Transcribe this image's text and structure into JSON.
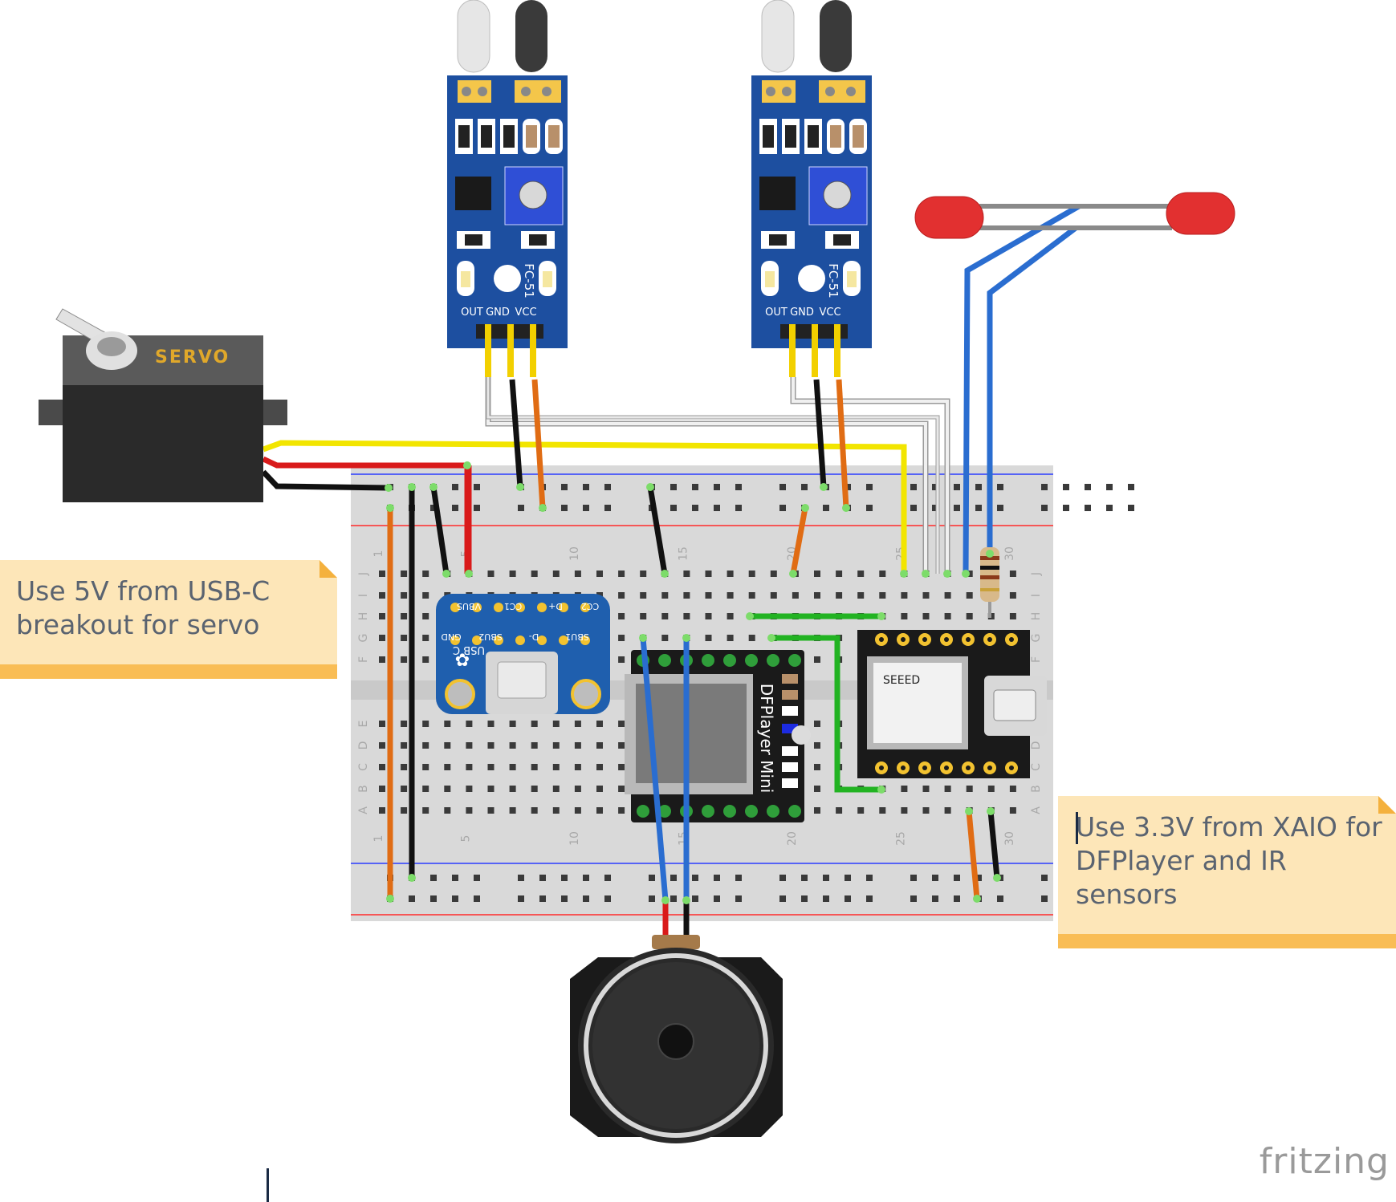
{
  "servo": {
    "label": "SERVO"
  },
  "ir_sensors": [
    {
      "model": "FC-51",
      "pins": [
        "OUT",
        "GND",
        "VCC"
      ]
    },
    {
      "model": "FC-51",
      "pins": [
        "OUT",
        "GND",
        "VCC"
      ]
    }
  ],
  "usb_breakout": {
    "title": "USB C",
    "top_pins": [
      "VBUS",
      "CC1",
      "D+",
      "CC2"
    ],
    "bottom_pins": [
      "GND",
      "SBU2",
      "D-",
      "SBU1"
    ]
  },
  "dfplayer": {
    "label": "DFPlayer Mini"
  },
  "xiao": {
    "label": "SEEED"
  },
  "breadboard": {
    "column_numbers_top": [
      "1",
      "5",
      "10",
      "15",
      "20",
      "25",
      "30"
    ],
    "column_numbers_bottom": [
      "1",
      "5",
      "10",
      "15",
      "20",
      "25",
      "30"
    ],
    "row_letters_top": [
      "J",
      "I",
      "H",
      "G",
      "F"
    ],
    "row_letters_bottom": [
      "E",
      "D",
      "C",
      "B",
      "A"
    ]
  },
  "notes": [
    {
      "text": "Use 5V from USB-C\nbreakout for servo"
    },
    {
      "text": "Use 3.3V from XAIO for\nDFPlayer and IR\nsensors"
    }
  ],
  "brand": "fritzing",
  "colors": {
    "board_blue": "#1f5fae",
    "ir_blue": "#1d4fa0",
    "wire_yellow": "#f2e500",
    "wire_orange": "#e06c14",
    "wire_blue": "#2a6dd0",
    "wire_green": "#22b322",
    "wire_red": "#d91a1a",
    "note_fill": "#fde6b8",
    "note_bar": "#f9bd55"
  }
}
